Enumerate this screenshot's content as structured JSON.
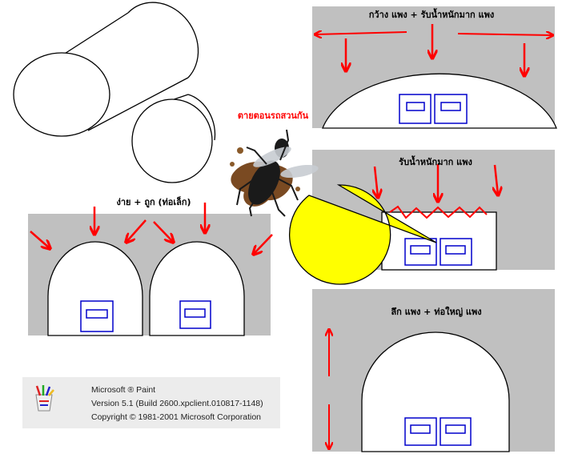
{
  "callout": {
    "text": "ตายตอนรถสวนกัน"
  },
  "panels": {
    "top_right": {
      "caption": "กว้าง แพง + รับน้ำหนักมาก แพง"
    },
    "middle_right": {
      "caption": "รับน้ำหนักมาก แพง"
    },
    "left": {
      "caption": "ง่าย + ถูก (ท่อเล็ก)"
    },
    "bottom_right": {
      "caption": "ลึก แพง  + ท่อใหญ่ แพง"
    }
  },
  "about": {
    "product": "Microsoft ® Paint",
    "version": "Version 5.1 (Build 2600.xpclient.010817-1148)",
    "copyright": "Copyright © 1981-2001 Microsoft Corporation"
  },
  "colors": {
    "panel_gray": "#c0c0c0",
    "arrow_red": "#ff0000",
    "window_blue": "#0000cc",
    "callout_yellow": "#ffff00"
  }
}
